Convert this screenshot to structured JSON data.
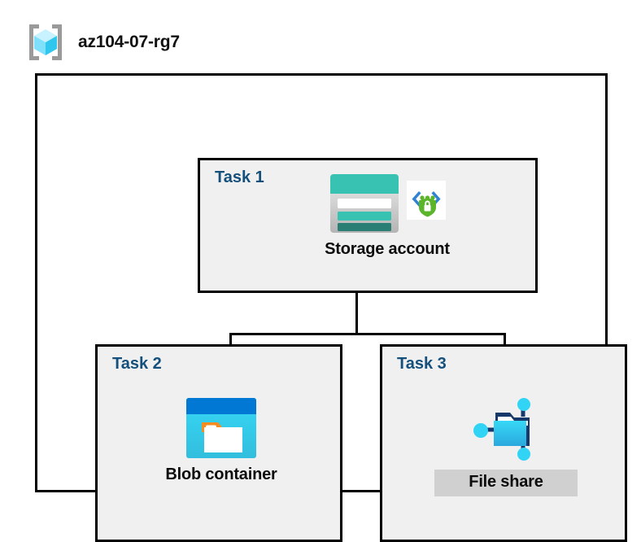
{
  "header": {
    "icon": "resource-group-icon",
    "title": "az104-07-rg7"
  },
  "diagram": {
    "type": "azure-resource-hierarchy",
    "container_label": "az104-07-rg7",
    "colors": {
      "task_label": "#14507b",
      "task_box_fill": "#f0f0f0",
      "box_border": "#000000",
      "highlight": "#d0d0d0",
      "storage_teal": "#37c2b1",
      "storage_dark_teal": "#2a7e73",
      "blob_blue": "#0078d4",
      "blob_cyan": "#32d4f5",
      "blob_orange": "#f78d1e",
      "fileshare_cyan": "#32d4f5",
      "shield_green": "#5ab52b",
      "rg_cube_cyan": "#9cebff"
    },
    "nodes": [
      {
        "task": "Task 1",
        "label": "Storage account",
        "icon": "storage-account-icon",
        "secondary_icon": "secure-endpoint-shield-icon",
        "highlighted": false
      },
      {
        "task": "Task 2",
        "label": "Blob container",
        "icon": "blob-container-icon",
        "highlighted": false
      },
      {
        "task": "Task 3",
        "label": "File share",
        "icon": "file-share-icon",
        "highlighted": true
      }
    ],
    "connections": [
      {
        "from": "Storage account",
        "to": "Blob container"
      },
      {
        "from": "Storage account",
        "to": "File share"
      }
    ]
  }
}
